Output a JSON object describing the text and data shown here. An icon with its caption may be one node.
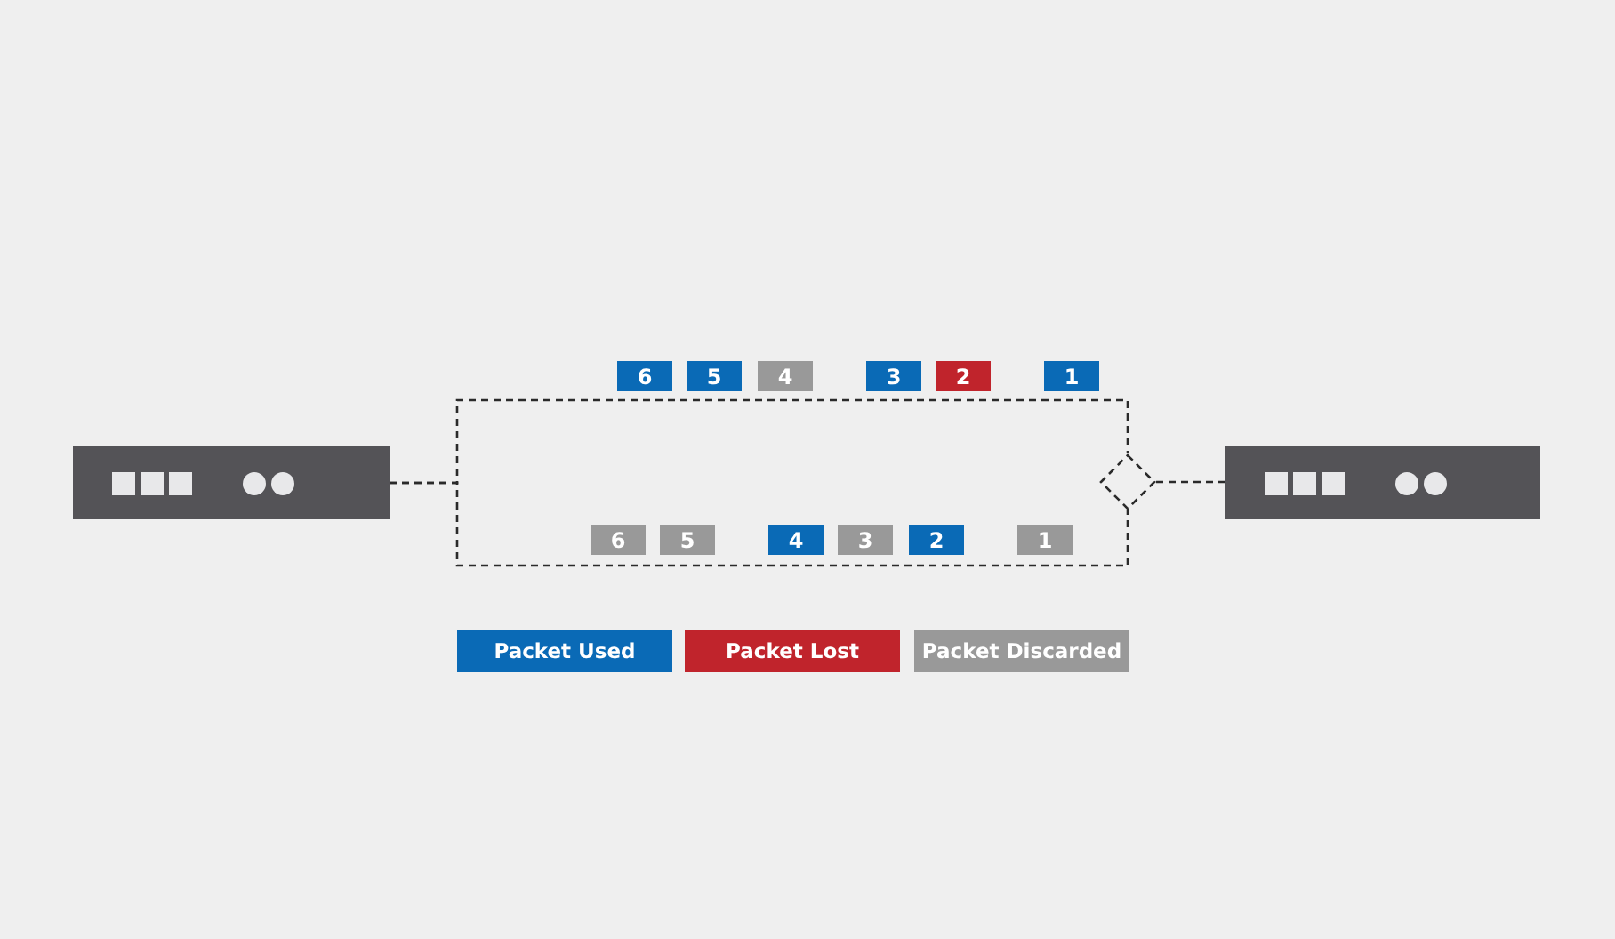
{
  "diagram": {
    "nodes": [
      {
        "text": [],
        "shape": "box"
      },
      {
        "text": [],
        "shape": "box"
      },
      {
        "text": [],
        "shape": "diamond"
      },
      {
        "text": [
          "6"
        ]
      },
      {
        "text": [
          "5"
        ]
      },
      {
        "text": [
          "4"
        ]
      },
      {
        "text": [
          "3"
        ]
      },
      {
        "text": [
          "2"
        ]
      },
      {
        "text": [
          "1"
        ]
      },
      {
        "text": [
          "6"
        ]
      },
      {
        "text": [
          "5"
        ]
      },
      {
        "text": [
          "4"
        ]
      },
      {
        "text": [
          "3"
        ]
      },
      {
        "text": [
          "2"
        ]
      },
      {
        "text": [
          "1"
        ]
      }
    ],
    "edges": [
      {
        "from": 0,
        "to": 2,
        "arrow": "none",
        "style": "dashed"
      },
      {
        "from": 0,
        "to": 2,
        "arrow": "none",
        "style": "dashed"
      },
      {
        "from": 2,
        "to": 1,
        "arrow": "none",
        "style": "dashed"
      }
    ],
    "legend": [
      {
        "text": "Packet Used",
        "color": "#0a6ab6"
      },
      {
        "text": "Packet Lost",
        "color": "#c0242c"
      },
      {
        "text": "Packet Discarded",
        "color": "#999999"
      }
    ]
  }
}
